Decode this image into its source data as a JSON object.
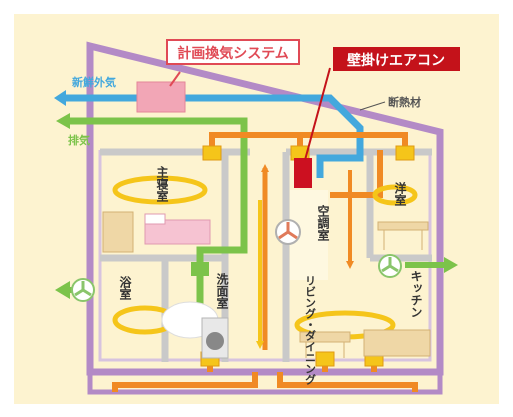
{
  "colors": {
    "background": "#fdf3d0",
    "wall": "#b38ac6",
    "inner_wall": "#c9c9c9",
    "fresh_air": "#43a8dd",
    "exhaust_air": "#7cc34a",
    "conditioned_air": "#f08a24",
    "ventilation_label": "#e04a55",
    "aircon_label": "#c4121a",
    "aircon_unit": "#cc1020",
    "unit_box": "#f2a6b6",
    "circulation": "#f5c51a"
  },
  "labels": {
    "ventilation_system": "計画換気システム",
    "wall_aircon": "壁掛けエアコン",
    "fresh_outside_air": "新鮮外気",
    "exhaust": "排気",
    "insulation": "断熱材",
    "master_bedroom": "主寝室",
    "western_room": "洋室",
    "ac_room": "空調室",
    "bathroom": "浴室",
    "washroom": "洗面室",
    "living_dining": "リビング・ダイニング",
    "kitchen": "キッチン"
  },
  "icons": [
    "fan-icon",
    "duct-joint-icon",
    "bed-icon",
    "desk-icon",
    "washing-machine-icon",
    "sofa-icon",
    "kitchen-counter-icon"
  ]
}
